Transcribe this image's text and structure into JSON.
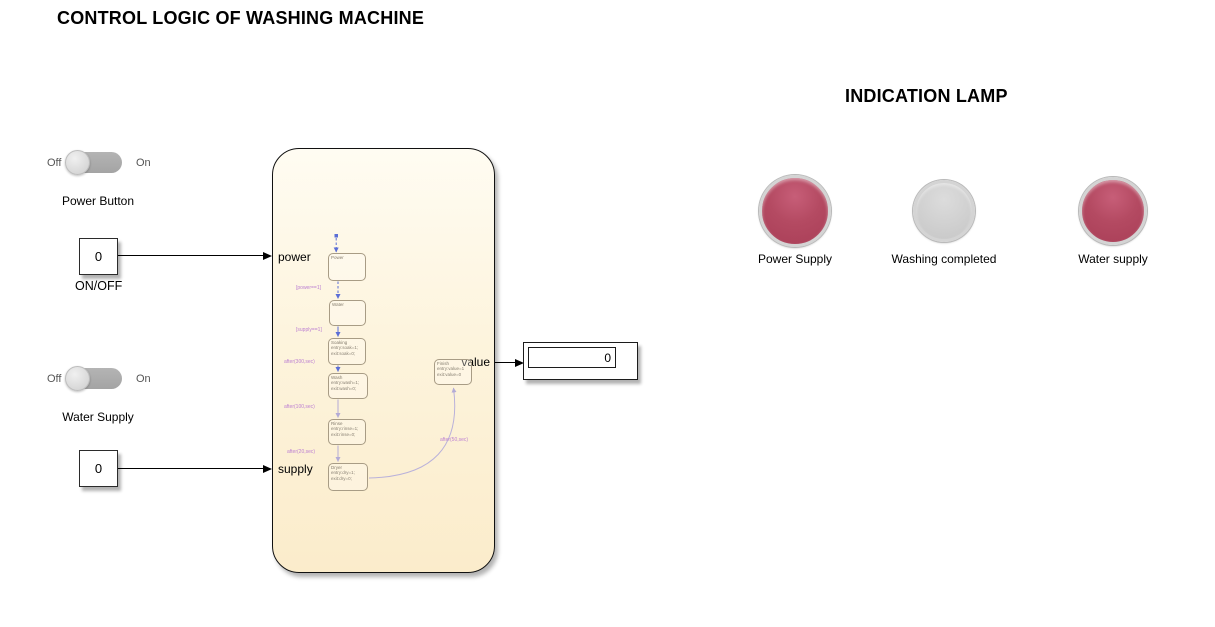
{
  "titles": {
    "main": "CONTROL LOGIC OF WASHING MACHINE",
    "lamps": "INDICATION LAMP"
  },
  "toggles": {
    "power": {
      "off": "Off",
      "on": "On",
      "label": "Power Button",
      "state": "off"
    },
    "water": {
      "off": "Off",
      "on": "On",
      "label": "Water Supply",
      "state": "off"
    }
  },
  "constants": {
    "onoff": {
      "value": "0",
      "label": "ON/OFF"
    },
    "supply": {
      "value": "0"
    }
  },
  "chart": {
    "ports": {
      "in1": "power",
      "in2": "supply",
      "out1": "value"
    },
    "states": [
      {
        "name": "Power",
        "lines": []
      },
      {
        "name": "Water",
        "lines": []
      },
      {
        "name": "Soaking",
        "lines": [
          "entry:soak=1;",
          "exit:soak=0;"
        ]
      },
      {
        "name": "Wash",
        "lines": [
          "entry:wash=1;",
          "exit:wash=0;"
        ]
      },
      {
        "name": "Rinse",
        "lines": [
          "entry:rinse=1;",
          "exit:rinse=0;"
        ]
      },
      {
        "name": "Dryer",
        "lines": [
          "entry:dry=1;",
          "exit:dry=0;"
        ]
      },
      {
        "name": "Finish",
        "lines": [
          "entry:value=1",
          "exit:value=0"
        ]
      }
    ],
    "transitions": [
      "[power==1]",
      "[supply==1]",
      "after(300,sec)",
      "after(100,sec)",
      "after(20,sec)",
      "after(50,sec)"
    ]
  },
  "display": {
    "value": "0"
  },
  "lamps": [
    {
      "label": "Power Supply",
      "state": "on",
      "color": "#b44a62"
    },
    {
      "label": "Washing completed",
      "state": "off",
      "color": "#cecece"
    },
    {
      "label": "Water supply",
      "state": "on",
      "color": "#b44a62"
    }
  ],
  "colors": {
    "chart_background": "#fdf3da",
    "lamp_on": "#b44a62",
    "lamp_off": "#cecece",
    "transition_label": "#bc7fd2",
    "transition_line": "#5b6ed6"
  }
}
